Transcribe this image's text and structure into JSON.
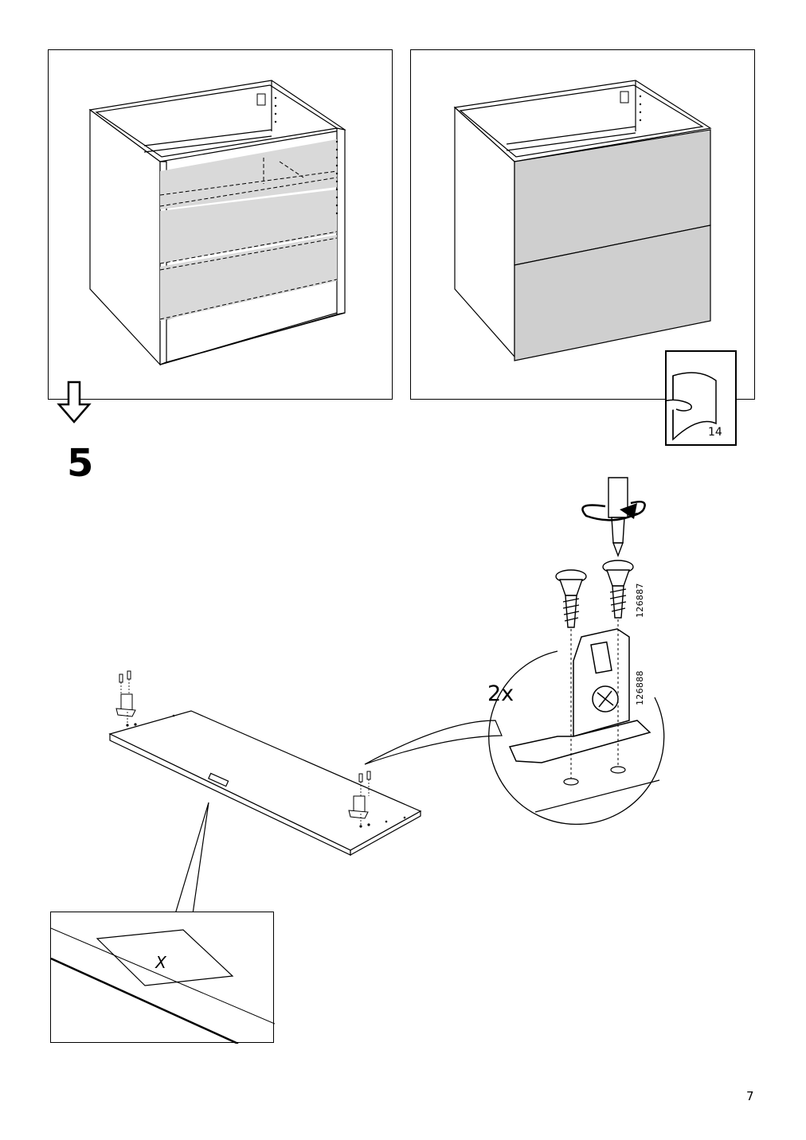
{
  "step": {
    "number": "5"
  },
  "page": {
    "number": "7"
  },
  "callout": {
    "quantity": "2x"
  },
  "parts": {
    "screw_id": "126887",
    "bracket_id": "126888"
  },
  "reference": {
    "page_ref": "14"
  },
  "icons": [
    "arrow-down-icon",
    "page-turn-hand-icon",
    "rotate-arrow-icon",
    "screwdriver-icon",
    "screw-icon",
    "bracket-icon"
  ],
  "colors": {
    "panel_fill": "#d9d9d9",
    "line": "#000000",
    "background": "#ffffff"
  }
}
